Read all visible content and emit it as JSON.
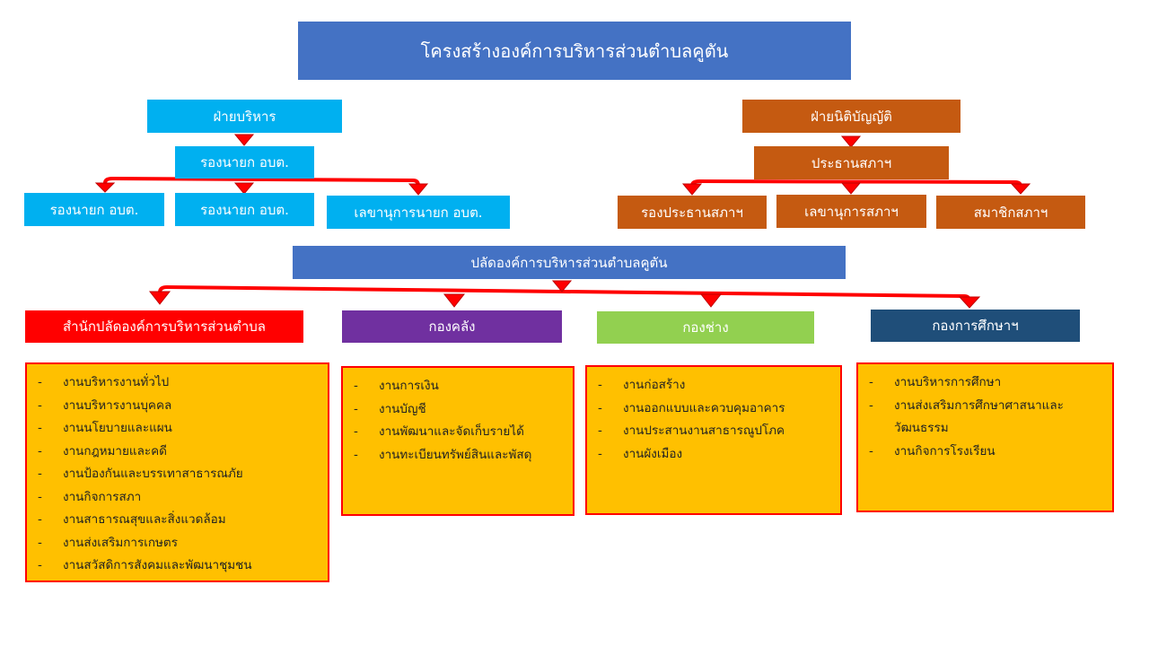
{
  "title": "โครงสร้างองค์การบริหารส่วนตำบลคูตัน",
  "executive": {
    "head": "ฝ่ายบริหาร",
    "chief": "รองนายก อบต.",
    "members": [
      "รองนายก อบต.",
      "รองนายก อบต.",
      "เลขานุการนายก อบต."
    ]
  },
  "legislative": {
    "head": "ฝ่ายนิติบัญญัติ",
    "chief": "ประธานสภาฯ",
    "members": [
      "รองประธานสภาฯ",
      "เลขานุการสภาฯ",
      "สมาชิกสภาฯ"
    ]
  },
  "admin_head": "ปลัดองค์การบริหารส่วนตำบลคูตัน",
  "departments": [
    {
      "name": "สำนักปลัดองค์การบริหารส่วนตำบล",
      "color": "#FF0000",
      "tasks": [
        "งานบริหารงานทั่วไป",
        "งานบริหารงานบุคคล",
        "งานนโยบายและแผน",
        "งานกฎหมายและคดี",
        "งานป้องกันและบรรเทาสาธารณภัย",
        "งานกิจการสภา",
        "งานสาธารณสุขและสิ่งแวดล้อม",
        "งานส่งเสริมการเกษตร",
        "งานสวัสดิการสังคมและพัฒนาชุมชน"
      ]
    },
    {
      "name": "กองคลัง",
      "color": "#7030A0",
      "tasks": [
        "งานการเงิน",
        "งานบัญชี",
        "งานพัฒนาและจัดเก็บรายได้",
        "งานทะเบียนทรัพย์สินและพัสดุ"
      ]
    },
    {
      "name": "กองช่าง",
      "color": "#92D050",
      "tasks": [
        "งานก่อสร้าง",
        "งานออกแบบและควบคุมอาคาร",
        "งานประสานงานสาธารณูปโภค",
        "งานผังเมือง"
      ]
    },
    {
      "name": "กองการศึกษาฯ",
      "color": "#1F4E79",
      "tasks": [
        "งานบริหารการศึกษา",
        "งานส่งเสริมการศึกษาศาสนาและวัฒนธรรม",
        "งานกิจการโรงเรียน"
      ]
    }
  ],
  "list_bullet": "-"
}
